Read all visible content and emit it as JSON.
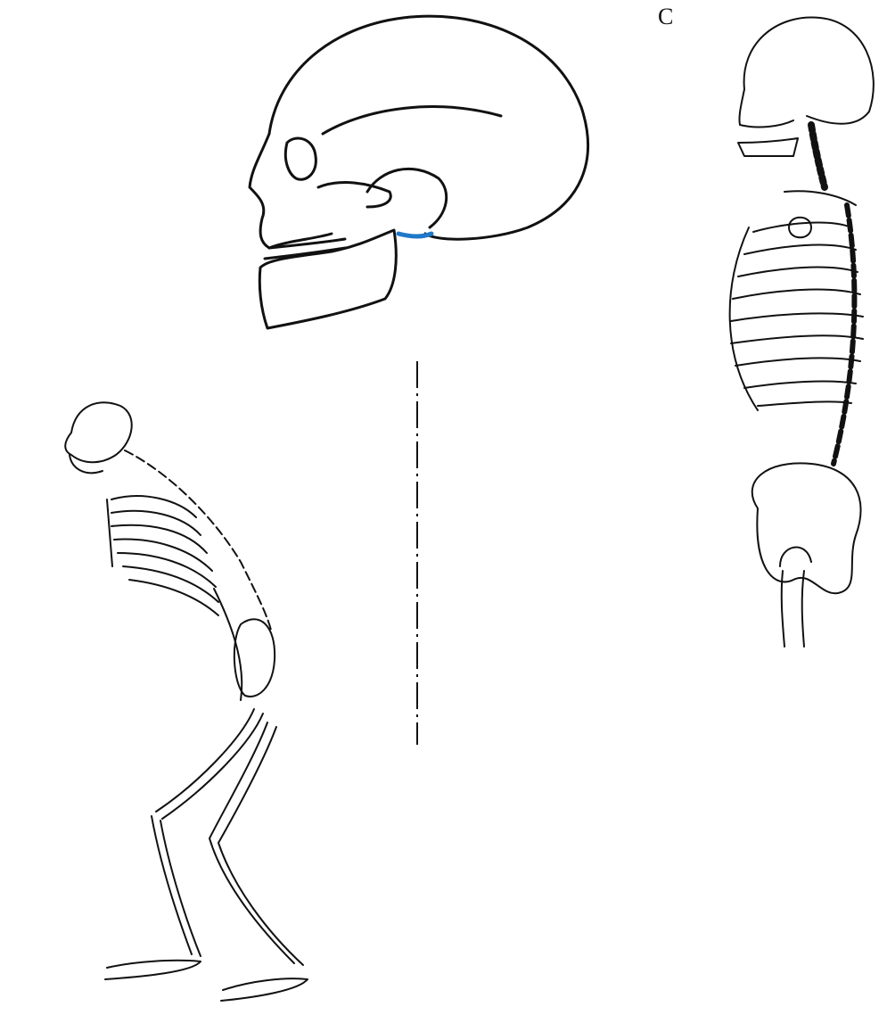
{
  "figure": {
    "panel_c_label": "C",
    "colors": {
      "ink": "#111111",
      "highlight": "#1f78c8",
      "background": "#ffffff"
    },
    "panels": [
      {
        "id": "skull-lateral",
        "subject": "skull-side-view",
        "highlight": "foramen-magnum-position"
      },
      {
        "id": "stooped-skeleton",
        "subject": "bent-posture-full-skeleton"
      },
      {
        "id": "upright-spine",
        "subject": "upright-skull-spine-ribcage-pelvis"
      }
    ]
  }
}
